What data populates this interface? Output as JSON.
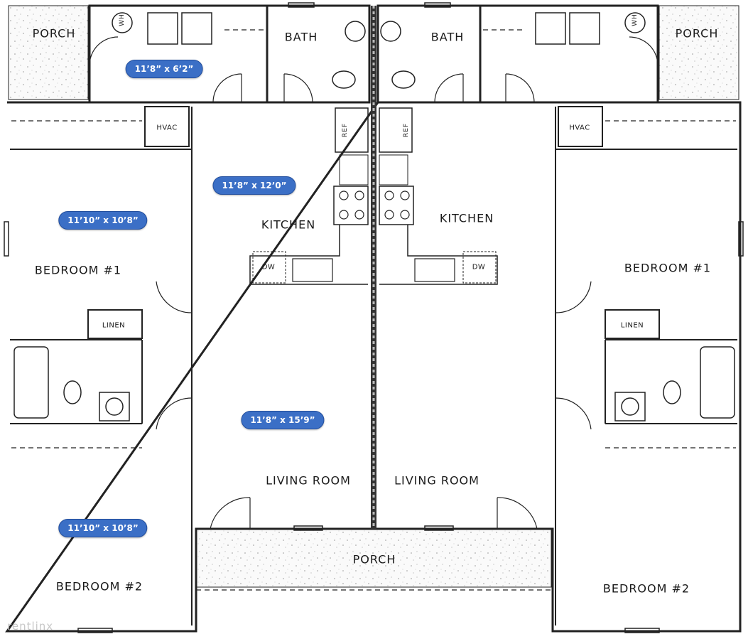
{
  "labels": {
    "porch_top_left": "PORCH",
    "porch_top_right": "PORCH",
    "porch_bottom": "PORCH",
    "bath_left": "BATH",
    "bath_right": "BATH",
    "hvac_left": "HVAC",
    "hvac_right": "HVAC",
    "kitchen_left": "KITCHEN",
    "kitchen_right": "KITCHEN",
    "bedroom1_left": "BEDROOM #1",
    "bedroom1_right": "BEDROOM #1",
    "bedroom2_left": "BEDROOM #2",
    "bedroom2_right": "BEDROOM #2",
    "linen_left": "LINEN",
    "linen_right": "LINEN",
    "living_left": "LIVING ROOM",
    "living_right": "LIVING ROOM",
    "dw_left": "DW",
    "dw_right": "DW",
    "ref_left": "REF",
    "ref_right": "REF",
    "wh_left": "WH",
    "wh_right": "WH"
  },
  "dimensions": {
    "utility": "11’8” x 6’2”",
    "kitchen": "11’8” x 12’0”",
    "bedroom1": "11’10” x 10’8”",
    "living": "11’8” x 15’9”",
    "bedroom2": "11’10” x 10’8”"
  },
  "watermark": "rentlinx",
  "colors": {
    "badge": "#3b6fc6",
    "line": "#222222"
  }
}
